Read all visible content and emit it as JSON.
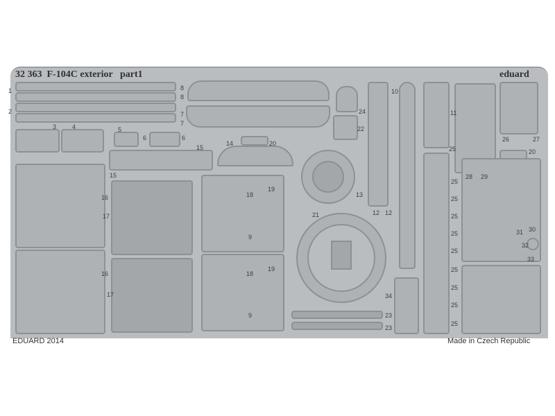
{
  "header": {
    "title": "32 363  F-104C exterior   part1",
    "logo": "eduard"
  },
  "footer": {
    "left": "EDUARD 2014",
    "right": "Made in Czech Republic"
  },
  "colors": {
    "fret": "#b9bdc0",
    "outline": "#8d9194",
    "text": "#2f3234"
  },
  "part_numbers": [
    "1",
    "2",
    "3",
    "4",
    "5",
    "6",
    "6",
    "8",
    "8",
    "7",
    "7",
    "14",
    "20",
    "15",
    "15",
    "24",
    "22",
    "10",
    "11",
    "25",
    "26",
    "27",
    "20",
    "28",
    "29",
    "16",
    "17",
    "18",
    "19",
    "9",
    "13",
    "21",
    "12",
    "12",
    "25",
    "25",
    "25",
    "25",
    "25",
    "25",
    "25",
    "25",
    "25",
    "31",
    "30",
    "32",
    "33",
    "34",
    "23",
    "23",
    "16",
    "17",
    "18",
    "19",
    "9"
  ]
}
